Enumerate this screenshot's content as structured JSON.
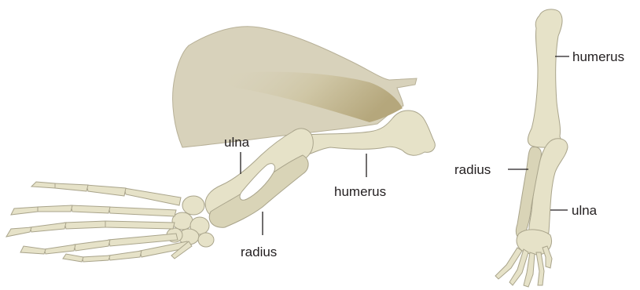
{
  "labels": {
    "left": {
      "ulna": "ulna",
      "radius": "radius",
      "humerus": "humerus"
    },
    "right": {
      "humerus": "humerus",
      "radius": "radius",
      "ulna": "ulna"
    }
  },
  "colors": {
    "bone_fill": "#e6e2c8",
    "bone_outline": "#a9a48b",
    "scapula_fill": "#d8d2bb",
    "scapula_shade": "#bdb08a",
    "label_text": "#231f20"
  }
}
